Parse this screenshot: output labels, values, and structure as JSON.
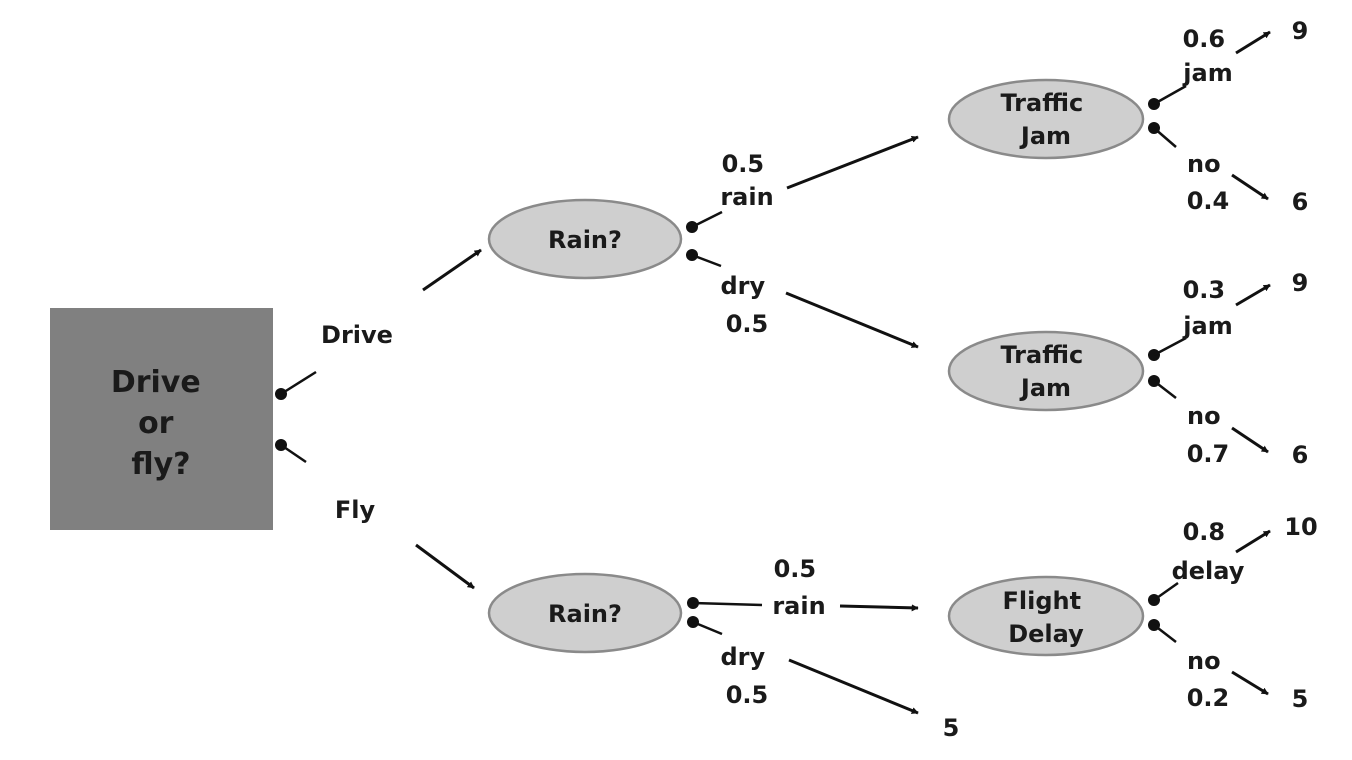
{
  "decision": {
    "lines": [
      "Drive",
      "or",
      "fly?"
    ]
  },
  "options": {
    "drive": "Drive",
    "fly": "Fly"
  },
  "chance_nodes": {
    "rain_drive": [
      "Rain?"
    ],
    "rain_fly": [
      "Rain?"
    ],
    "traffic_rain": [
      "Traffic",
      "Jam"
    ],
    "traffic_dry": [
      "Traffic",
      "Jam"
    ],
    "flight_delay": [
      "Flight",
      "Delay"
    ]
  },
  "branches": {
    "drive_rain": {
      "p": "0.5",
      "label": "rain"
    },
    "drive_dry": {
      "label": "dry",
      "p": "0.5"
    },
    "fly_rain": {
      "p": "0.5",
      "label": "rain"
    },
    "fly_dry": {
      "label": "dry",
      "p": "0.5"
    },
    "t1_jam": {
      "p": "0.6",
      "label": "jam"
    },
    "t1_no": {
      "label": "no",
      "p": "0.4"
    },
    "t2_jam": {
      "p": "0.3",
      "label": "jam"
    },
    "t2_no": {
      "label": "no",
      "p": "0.7"
    },
    "fd_delay": {
      "p": "0.8",
      "label": "delay"
    },
    "fd_no": {
      "label": "no",
      "p": "0.2"
    }
  },
  "outcomes": {
    "t1_jam": "9",
    "t1_no": "6",
    "t2_jam": "9",
    "t2_no": "6",
    "fd_delay": "10",
    "fd_no": "5",
    "fly_dry": "5"
  }
}
